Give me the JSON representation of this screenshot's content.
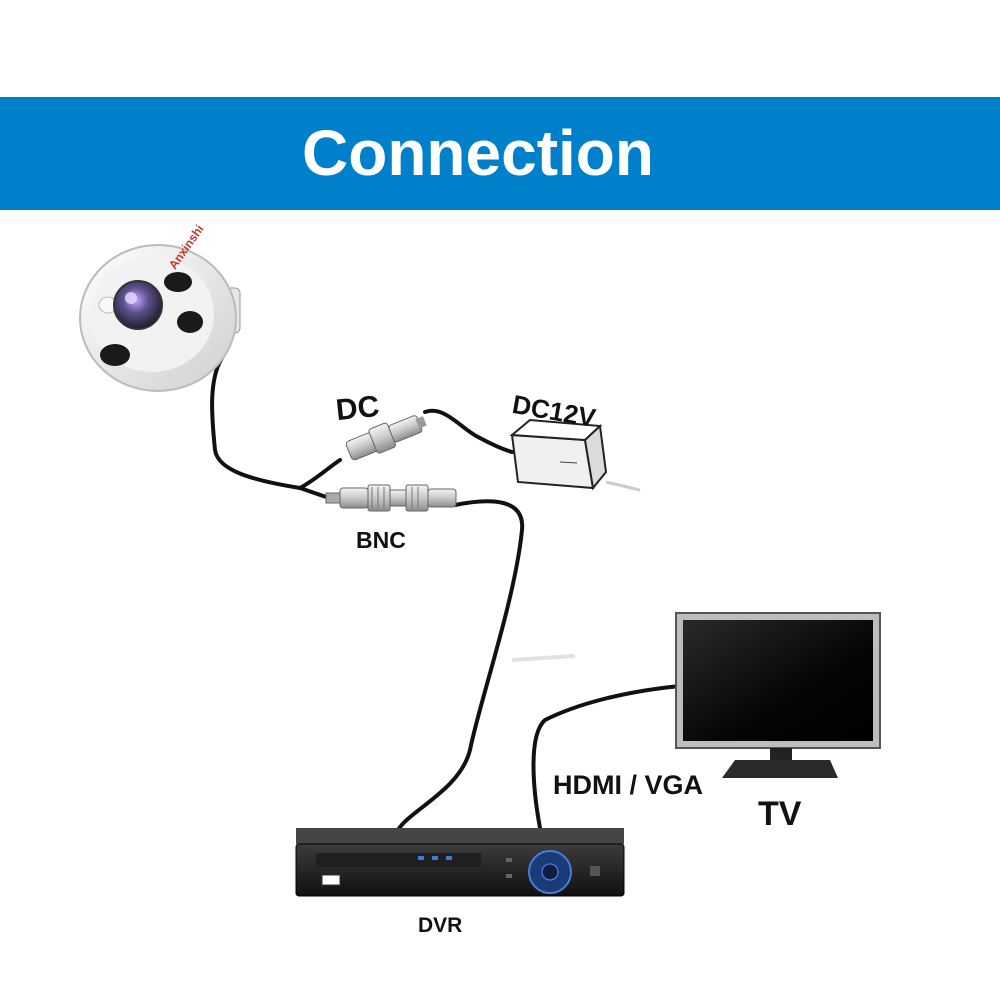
{
  "header": {
    "title": "Connection",
    "color": "#0080cb"
  },
  "labels": {
    "dc": "DC",
    "dc12v": "DC12V",
    "bnc": "BNC",
    "hdmi_vga": "HDMI / VGA",
    "tv": "TV",
    "dvr": "DVR"
  },
  "camera": {
    "brand": "Anxinshi"
  },
  "components": {
    "camera_icon": "fisheye-dome-camera-icon",
    "adapter_icon": "power-adapter-icon",
    "dvr_icon": "dvr-recorder-icon",
    "tv_icon": "tv-monitor-icon"
  }
}
